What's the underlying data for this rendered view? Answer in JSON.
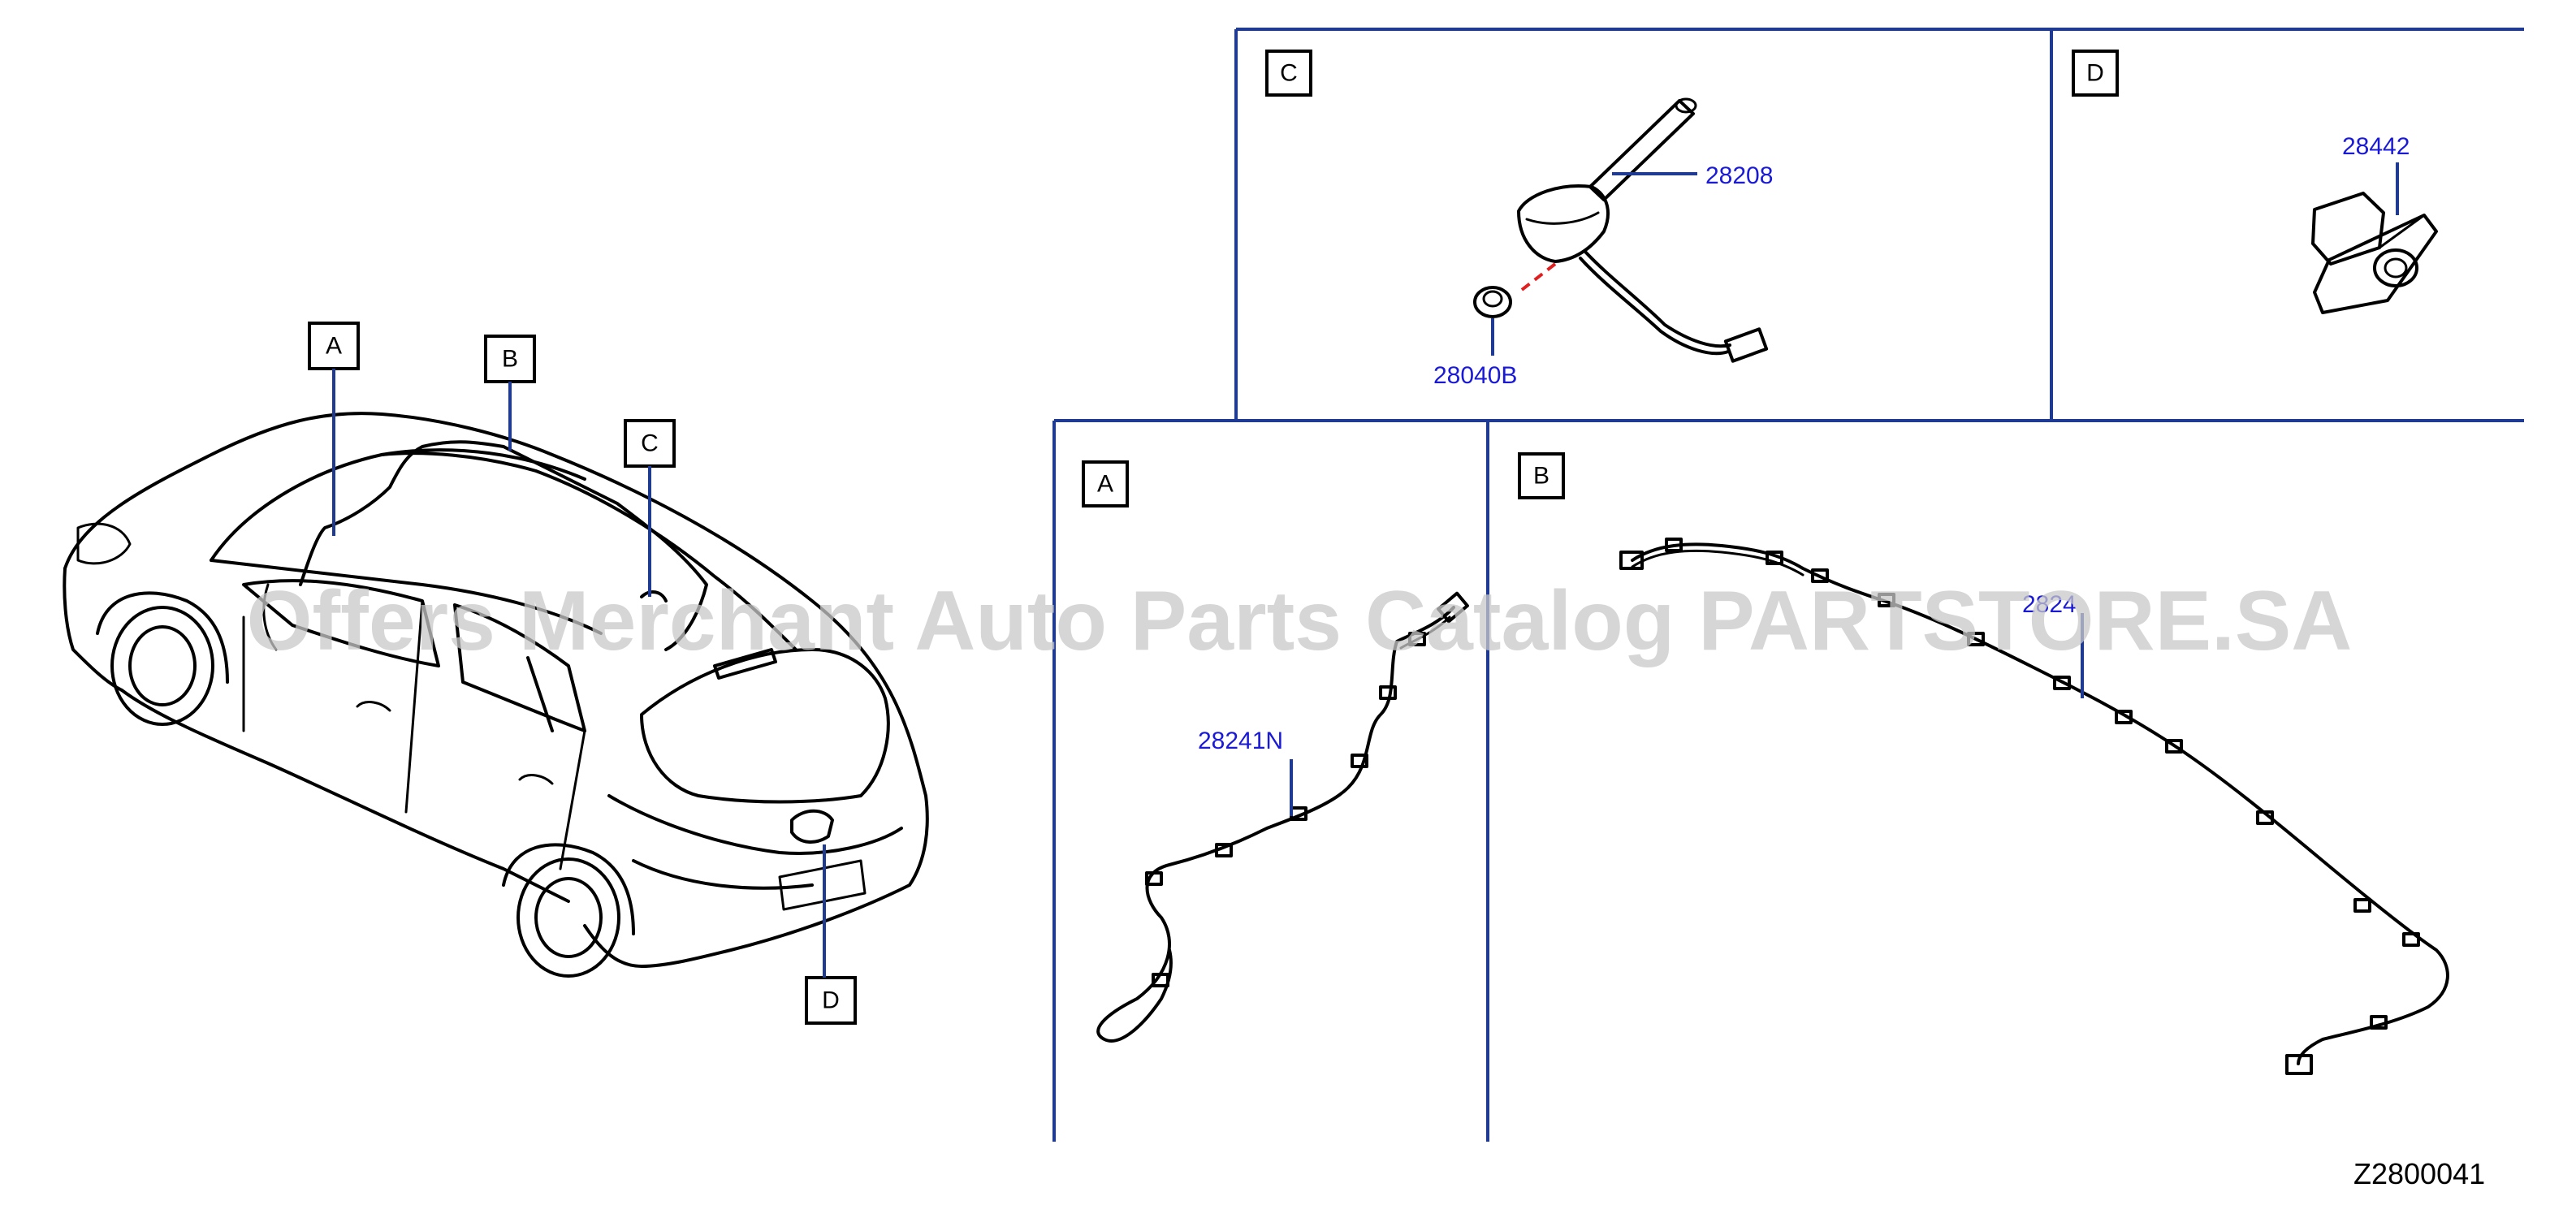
{
  "callouts": {
    "a": "A",
    "b": "B",
    "c": "C",
    "d": "D"
  },
  "panels": {
    "c": {
      "label": "C"
    },
    "d": {
      "label": "D"
    },
    "a": {
      "label": "A"
    },
    "b": {
      "label": "B"
    }
  },
  "parts": {
    "antenna": "28208",
    "antenna_nut": "28040B",
    "camera": "28442",
    "feeder_a": "28241N",
    "feeder_b": "2824"
  },
  "watermark": "Offers Merchant Auto Parts Catalog PARTSTORE.SA",
  "diagram_code": "Z2800041",
  "colors": {
    "frame": "#1f3a93",
    "part_number": "#1a1ad6",
    "ink": "#000000",
    "watermark": "#c8c8c8",
    "dashed_connector": "#e02020"
  }
}
